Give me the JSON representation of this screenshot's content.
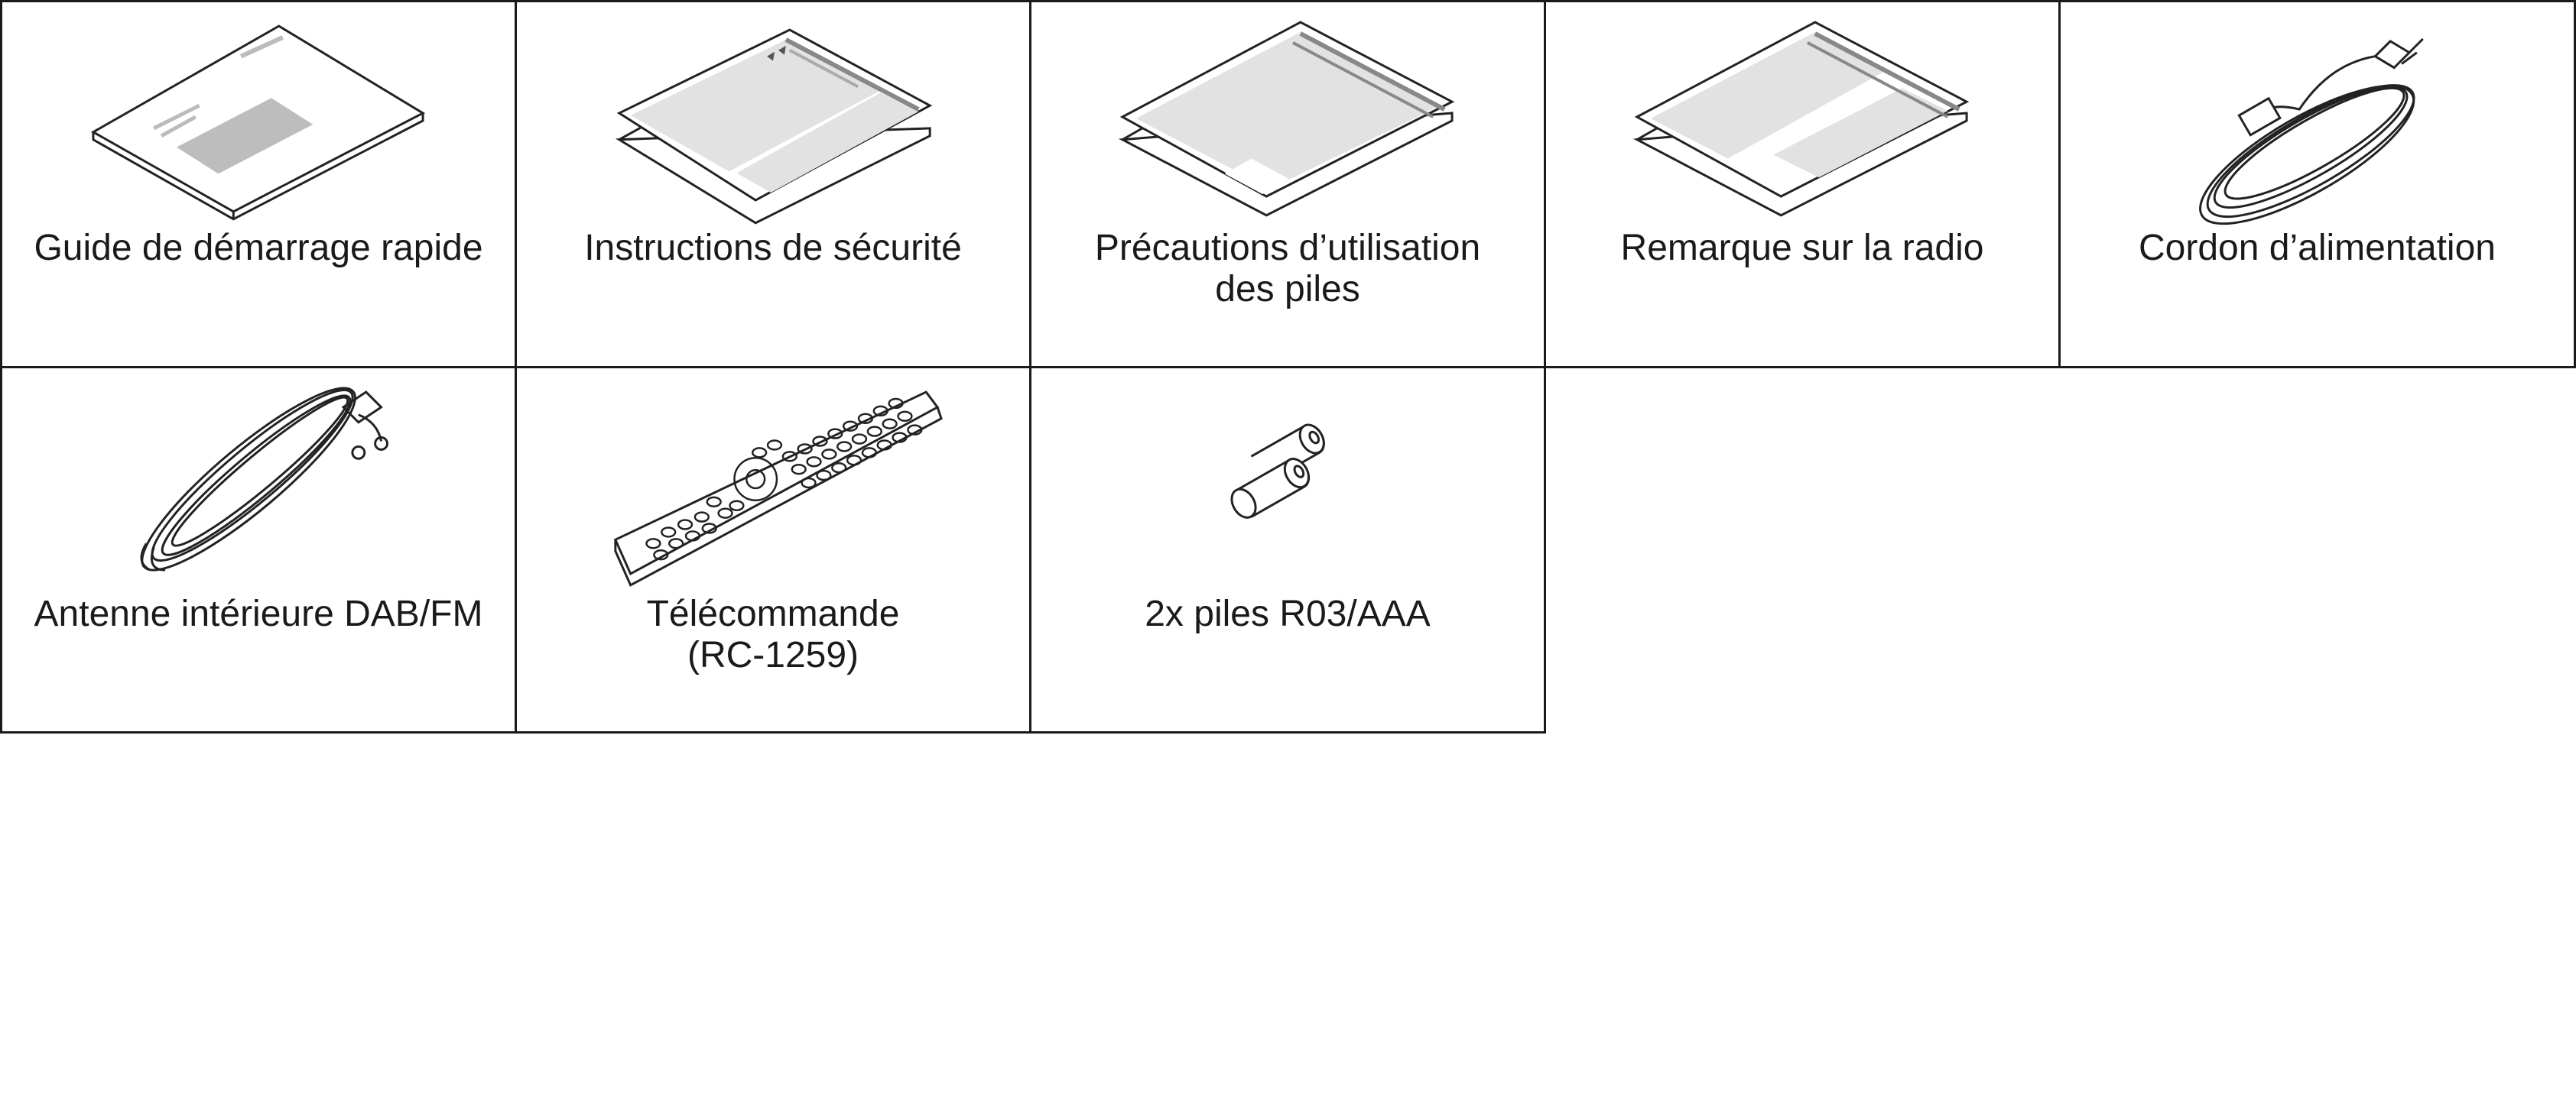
{
  "items": [
    {
      "line1": "Guide de démarrage rapide",
      "line2": "",
      "icon": "quick-start-guide-icon"
    },
    {
      "line1": "Instructions de sécurité",
      "line2": "",
      "icon": "safety-instructions-icon"
    },
    {
      "line1": "Précautions d’utilisation",
      "line2": "des piles",
      "icon": "battery-precautions-icon"
    },
    {
      "line1": "Remarque sur la radio",
      "line2": "",
      "icon": "radio-notes-icon"
    },
    {
      "line1": "Cordon d’alimentation",
      "line2": "",
      "icon": "power-cord-icon"
    },
    {
      "line1": "Antenne intérieure DAB/FM",
      "line2": "",
      "icon": "dab-fm-antenna-icon"
    },
    {
      "line1": "Télécommande",
      "line2": "(RC-1259)",
      "icon": "remote-control-icon"
    },
    {
      "line1": "2x piles R03/AAA",
      "line2": "",
      "icon": "aaa-batteries-icon"
    }
  ]
}
